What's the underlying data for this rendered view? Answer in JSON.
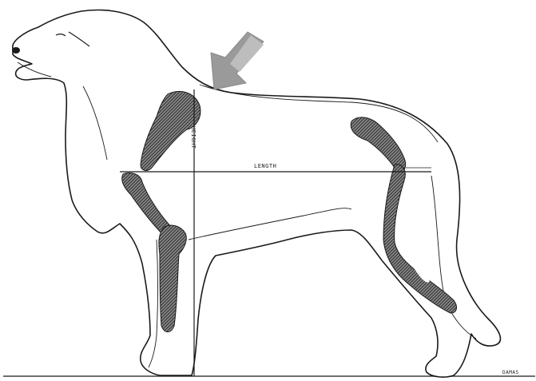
{
  "labels": {
    "height": "HEIGHT",
    "length": "LENGTH",
    "credit": "DAMAS"
  },
  "colors": {
    "outline": "#1a1a1a",
    "bone_fill": "#6e6e6e",
    "arrow": "#9a9a9a",
    "background": "#ffffff"
  },
  "icons": {
    "pointer": "arrow-icon"
  }
}
